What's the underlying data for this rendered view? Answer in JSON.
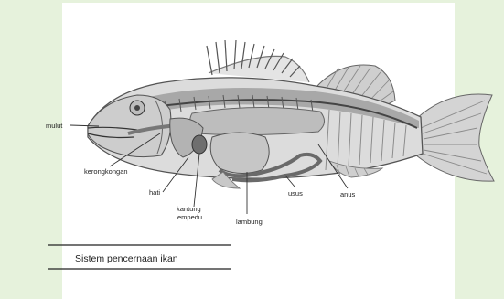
{
  "labels": {
    "mulut": "mulut",
    "kerongkongan": "kerongkongan",
    "hati": "hati",
    "kantung_line1": "kantung",
    "kantung_line2": "empedu",
    "lambung": "lambung",
    "usus": "usus",
    "anus": "anus"
  },
  "caption": "Sistem pencernaan ikan"
}
